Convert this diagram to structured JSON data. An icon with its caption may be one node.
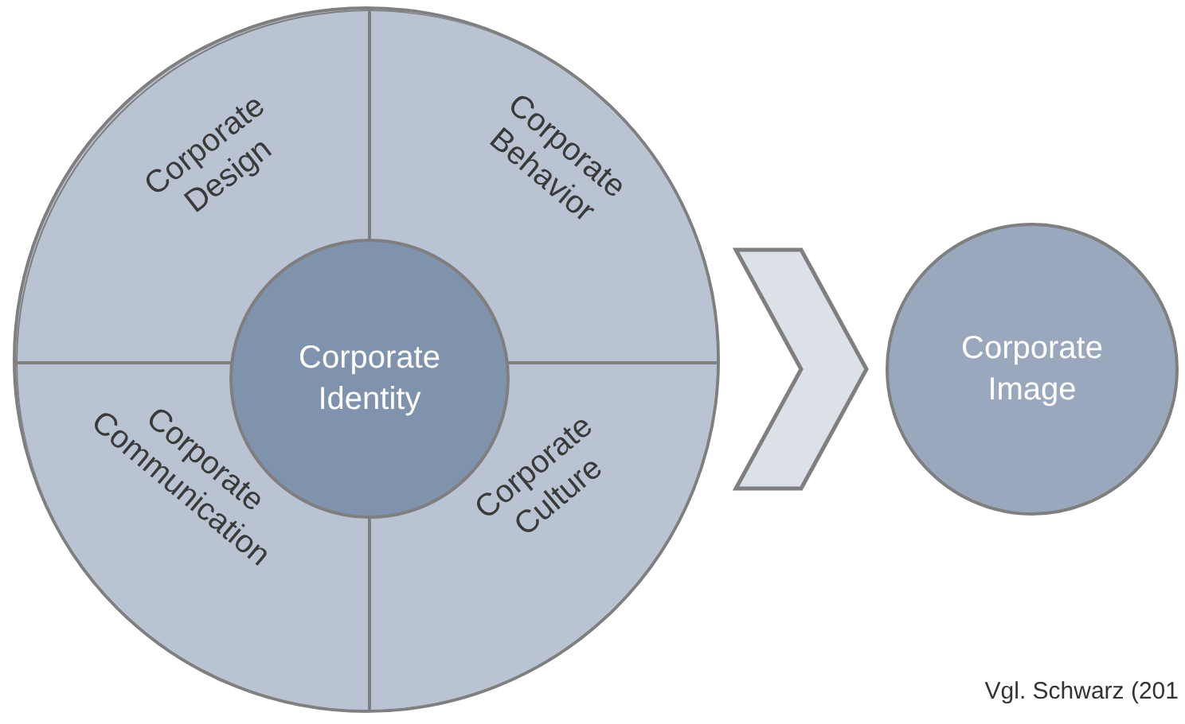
{
  "diagram": {
    "nodes": [
      {
        "text": [],
        "shape": "circle"
      },
      {
        "text": [
          "Corporate Design"
        ],
        "in": 0
      },
      {
        "text": [
          "Corporate Behavior"
        ],
        "in": 0
      },
      {
        "text": [
          "Corporate Identity"
        ],
        "in": 0
      },
      {
        "text": [
          "Corporate Communication"
        ],
        "in": 0
      },
      {
        "text": [
          "Corporate Culture"
        ],
        "in": 0
      },
      {
        "text": [
          "Corporate Image"
        ]
      }
    ],
    "edges": [
      {
        "from": 0,
        "to": 6,
        "arrow": "to"
      }
    ],
    "labels": [
      "Vgl. Schwarz (201"
    ]
  }
}
